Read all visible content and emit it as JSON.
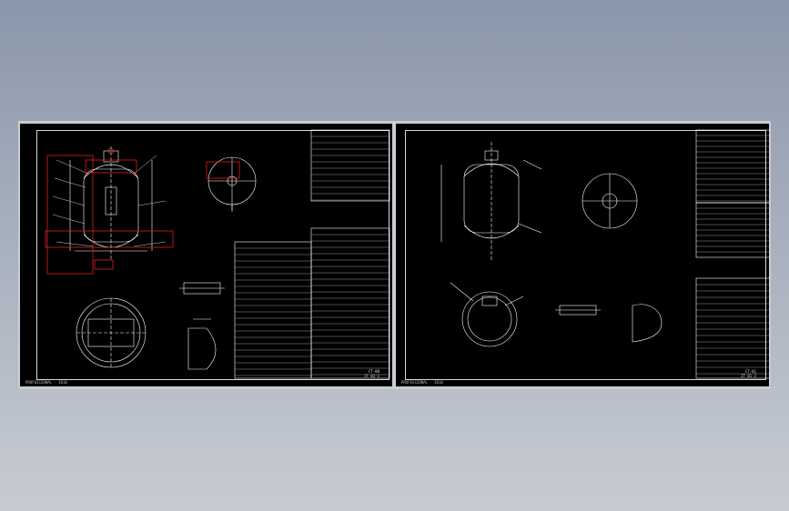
{
  "viewer": {
    "colors": {
      "background_top": "#8a96aa",
      "background_bottom": "#c7cbd3",
      "sheet": "#000000",
      "lines": "#ffffff",
      "highlight": "#e02020"
    }
  },
  "sheets": [
    {
      "name": "left-drawing-sheet",
      "footer_note": "PROFESSIONAL · 2010",
      "title_block_code": "CT-00",
      "title_block_text": "JT 01-1"
    },
    {
      "name": "right-drawing-sheet",
      "footer_note": "PROFESSIONAL · 2010",
      "title_block_code": "CT-01",
      "title_block_text": "JT 01-2"
    }
  ]
}
